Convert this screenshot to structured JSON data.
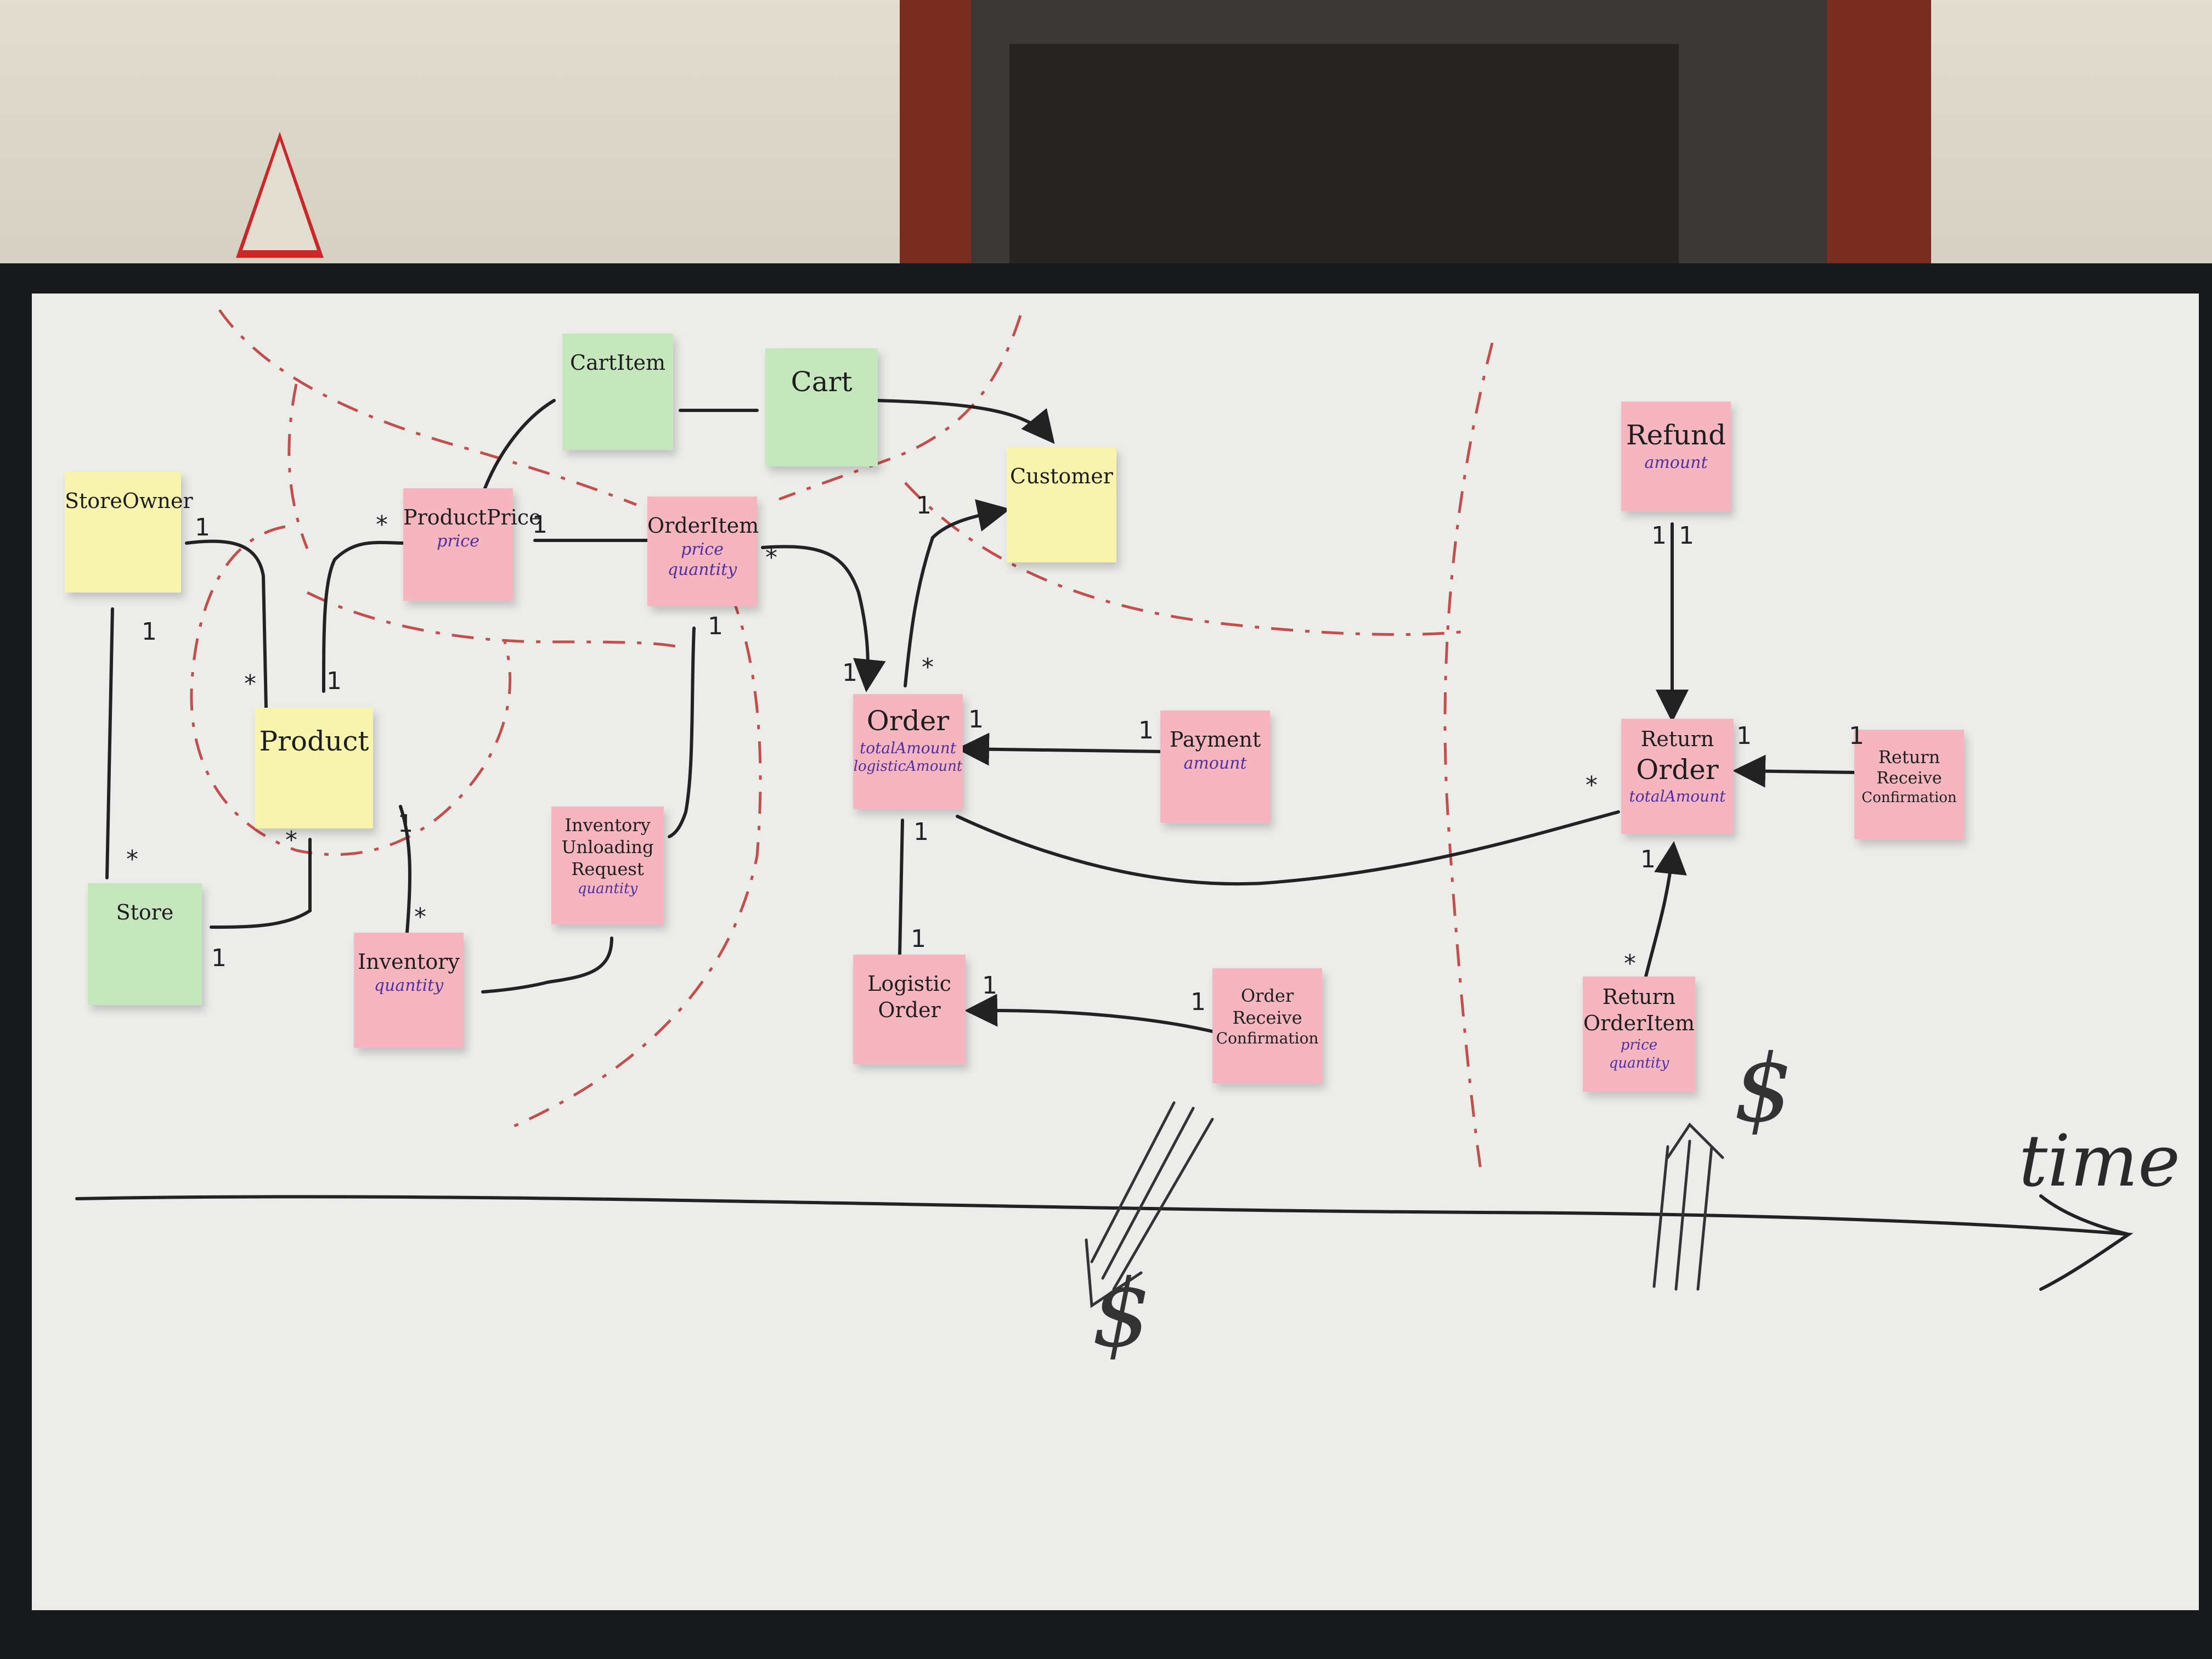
{
  "notes": {
    "store_owner": {
      "title": "StoreOwner"
    },
    "cart_item": {
      "title": "CartItem"
    },
    "cart": {
      "title": "Cart"
    },
    "customer": {
      "title": "Customer"
    },
    "product_price": {
      "title": "ProductPrice",
      "attr": "price"
    },
    "order_item": {
      "title": "OrderItem",
      "attr1": "price",
      "attr2": "quantity"
    },
    "product": {
      "title": "Product"
    },
    "store": {
      "title": "Store"
    },
    "inventory": {
      "title": "Inventory",
      "attr": "quantity"
    },
    "inventory_unloading_request": {
      "line1": "Inventory",
      "line2": "Unloading",
      "line3": "Request",
      "attr": "quantity"
    },
    "order": {
      "title": "Order",
      "attr1": "totalAmount",
      "attr2": "logisticAmount"
    },
    "payment": {
      "title": "Payment",
      "attr": "amount"
    },
    "logistic_order": {
      "line1": "Logistic",
      "line2": "Order"
    },
    "order_receive_confirmation": {
      "line1": "Order",
      "line2": "Receive",
      "line3": "Confirmation"
    },
    "refund": {
      "title": "Refund",
      "attr": "amount"
    },
    "return_order": {
      "line1": "Return",
      "line2": "Order",
      "attr": "totalAmount"
    },
    "return_receive_confirmation": {
      "line1": "Return",
      "line2": "Receive",
      "line3": "Confirmation"
    },
    "return_order_item": {
      "line1": "Return",
      "line2": "OrderItem",
      "attr1": "price",
      "attr2": "quantity"
    }
  },
  "multiplicity": {
    "one": "1",
    "many": "*"
  },
  "timeline": {
    "label": "time"
  },
  "money": {
    "symbol": "$"
  },
  "colors": {
    "pink_note": "#f6b6c0",
    "yellow_note": "#f8f4ad",
    "green_note": "#c6e6bd",
    "boundary_line": "#c0504d",
    "ink": "#222222",
    "attribute_ink": "#4e2fa0"
  }
}
